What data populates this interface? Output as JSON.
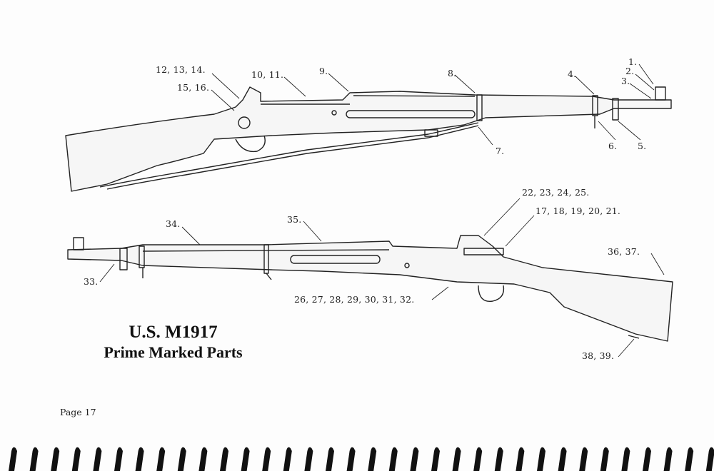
{
  "title": {
    "line1": "U.S. M1917",
    "line2": "Prime Marked Parts"
  },
  "page_label": "Page 17",
  "top_rifle_callouts": {
    "c1": "12, 13, 14.",
    "c2": "15, 16.",
    "c3": "10, 11.",
    "c4": "9.",
    "c5": "8.",
    "c6": "4.",
    "c7": "1.",
    "c8": "2.",
    "c9": "3.",
    "c10": "7.",
    "c11": "6.",
    "c12": "5."
  },
  "bottom_rifle_callouts": {
    "c1": "22, 23, 24, 25.",
    "c2": "17, 18, 19, 20, 21.",
    "c3": "34.",
    "c4": "35.",
    "c5": "36, 37.",
    "c6": "33.",
    "c7": "26, 27, 28, 29, 30, 31, 32.",
    "c8": "38, 39."
  }
}
